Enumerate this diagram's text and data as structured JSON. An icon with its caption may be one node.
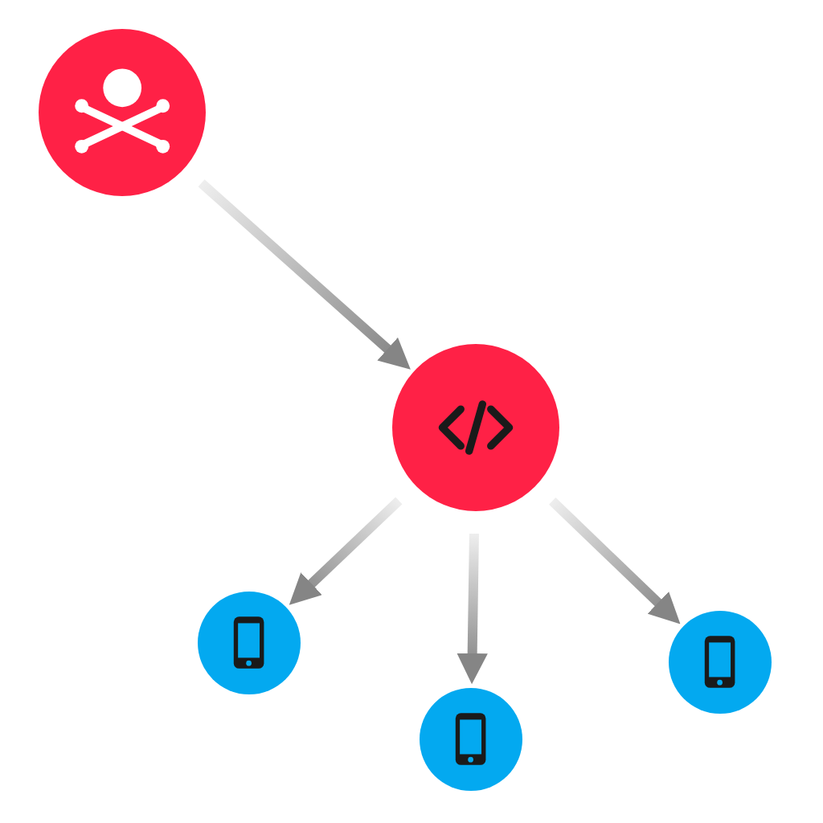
{
  "diagram": {
    "nodes": [
      {
        "text": [],
        "shape": "circle"
      },
      {
        "text": [],
        "shape": "circle"
      },
      {
        "text": [],
        "shape": "circle"
      },
      {
        "text": [],
        "shape": "circle"
      },
      {
        "text": [],
        "shape": "circle"
      }
    ],
    "edges": [
      {
        "from": 0,
        "to": 1,
        "arrow": "to"
      },
      {
        "from": 1,
        "to": 2,
        "arrow": "to"
      },
      {
        "from": 1,
        "to": 3,
        "arrow": "to"
      },
      {
        "from": 1,
        "to": 4,
        "arrow": "to"
      }
    ]
  }
}
